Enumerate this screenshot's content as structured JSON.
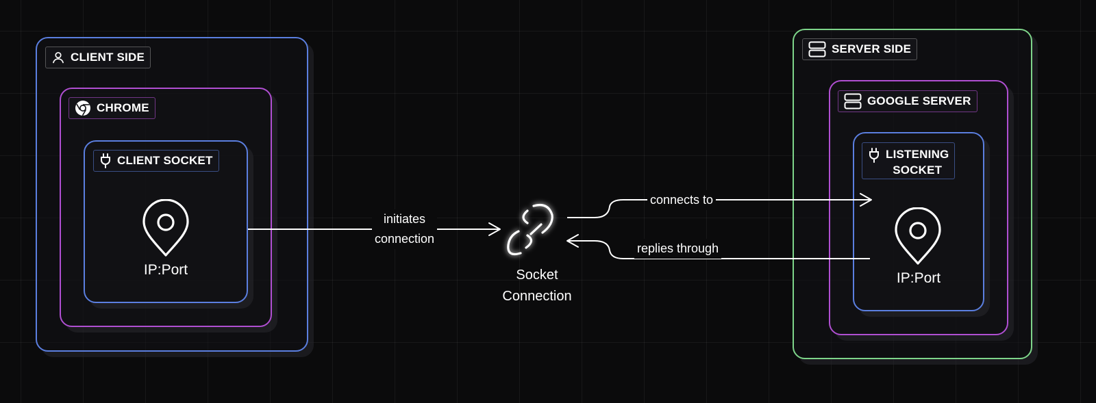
{
  "client": {
    "side_label": "CLIENT SIDE",
    "app_label": "CHROME",
    "socket_label": "CLIENT SOCKET",
    "address_label": "IP:Port"
  },
  "server": {
    "side_label": "SERVER SIDE",
    "app_label": "GOOGLE SERVER",
    "socket_label_line1": "LISTENING",
    "socket_label_line2": "SOCKET",
    "address_label": "IP:Port"
  },
  "connection": {
    "label_line1": "Socket",
    "label_line2": "Connection"
  },
  "edges": {
    "initiates_line1": "initiates",
    "initiates_line2": "connection",
    "connects_to": "connects to",
    "replies_through": "replies through"
  },
  "colors": {
    "background": "#0b0b0c",
    "outer_client": "#5b7fe0",
    "app_border": "#b04fd2",
    "socket_border": "#5b7fe0",
    "outer_server": "#7ed58a"
  },
  "icons": {
    "client_side": "user-icon",
    "chrome": "chrome-icon",
    "client_socket": "plug-icon",
    "client_address": "map-pin-icon",
    "server_side": "server-icon",
    "google_server": "server-icon",
    "listening_socket": "plug-icon",
    "server_address": "map-pin-icon",
    "connection": "link-icon"
  }
}
